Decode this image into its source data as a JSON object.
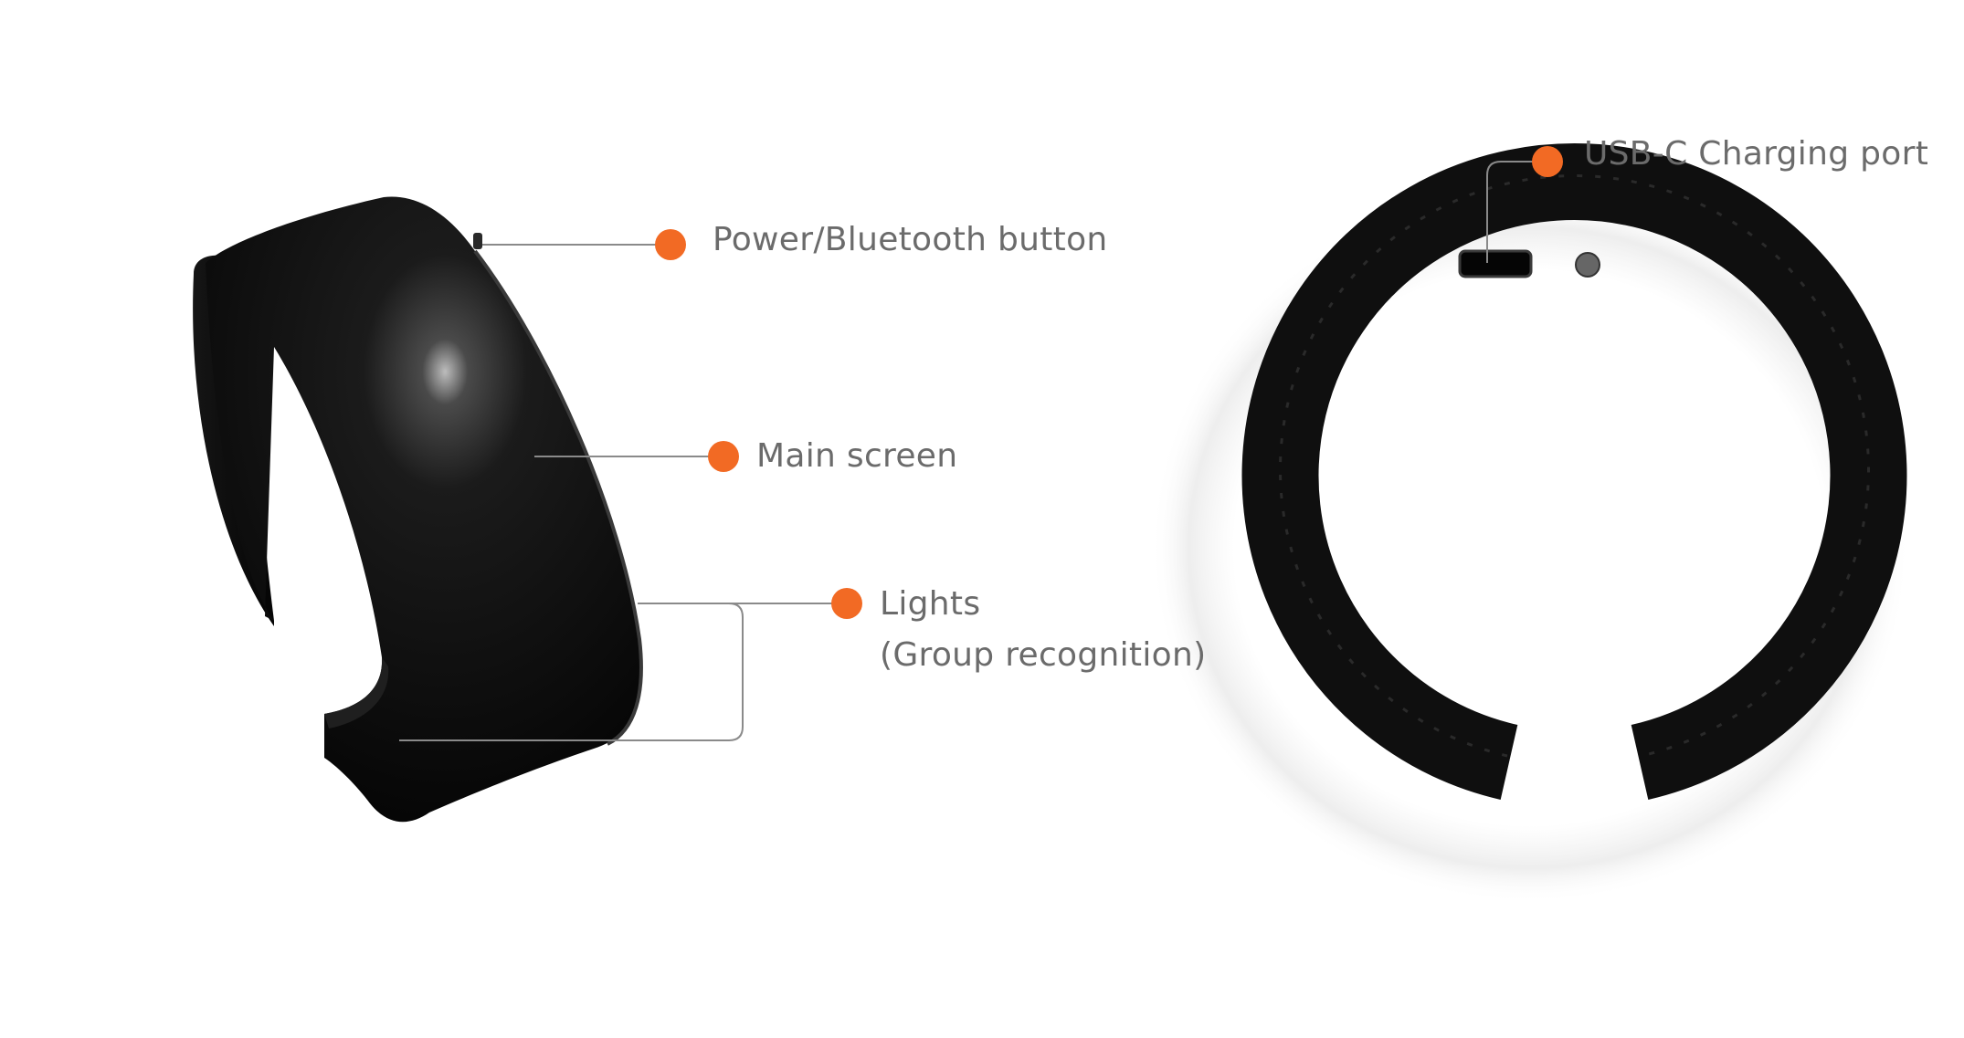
{
  "colors": {
    "accent": "#f26a24",
    "leader_line": "#8a8a8a",
    "label_text": "#6b6b6b",
    "device": "#111111"
  },
  "callouts": {
    "power": {
      "label": "Power/Bluetooth button"
    },
    "main_screen": {
      "label": "Main screen"
    },
    "lights": {
      "label": "Lights",
      "sublabel": "(Group recognition)"
    },
    "usb": {
      "label": "USB-C Charging port"
    }
  }
}
